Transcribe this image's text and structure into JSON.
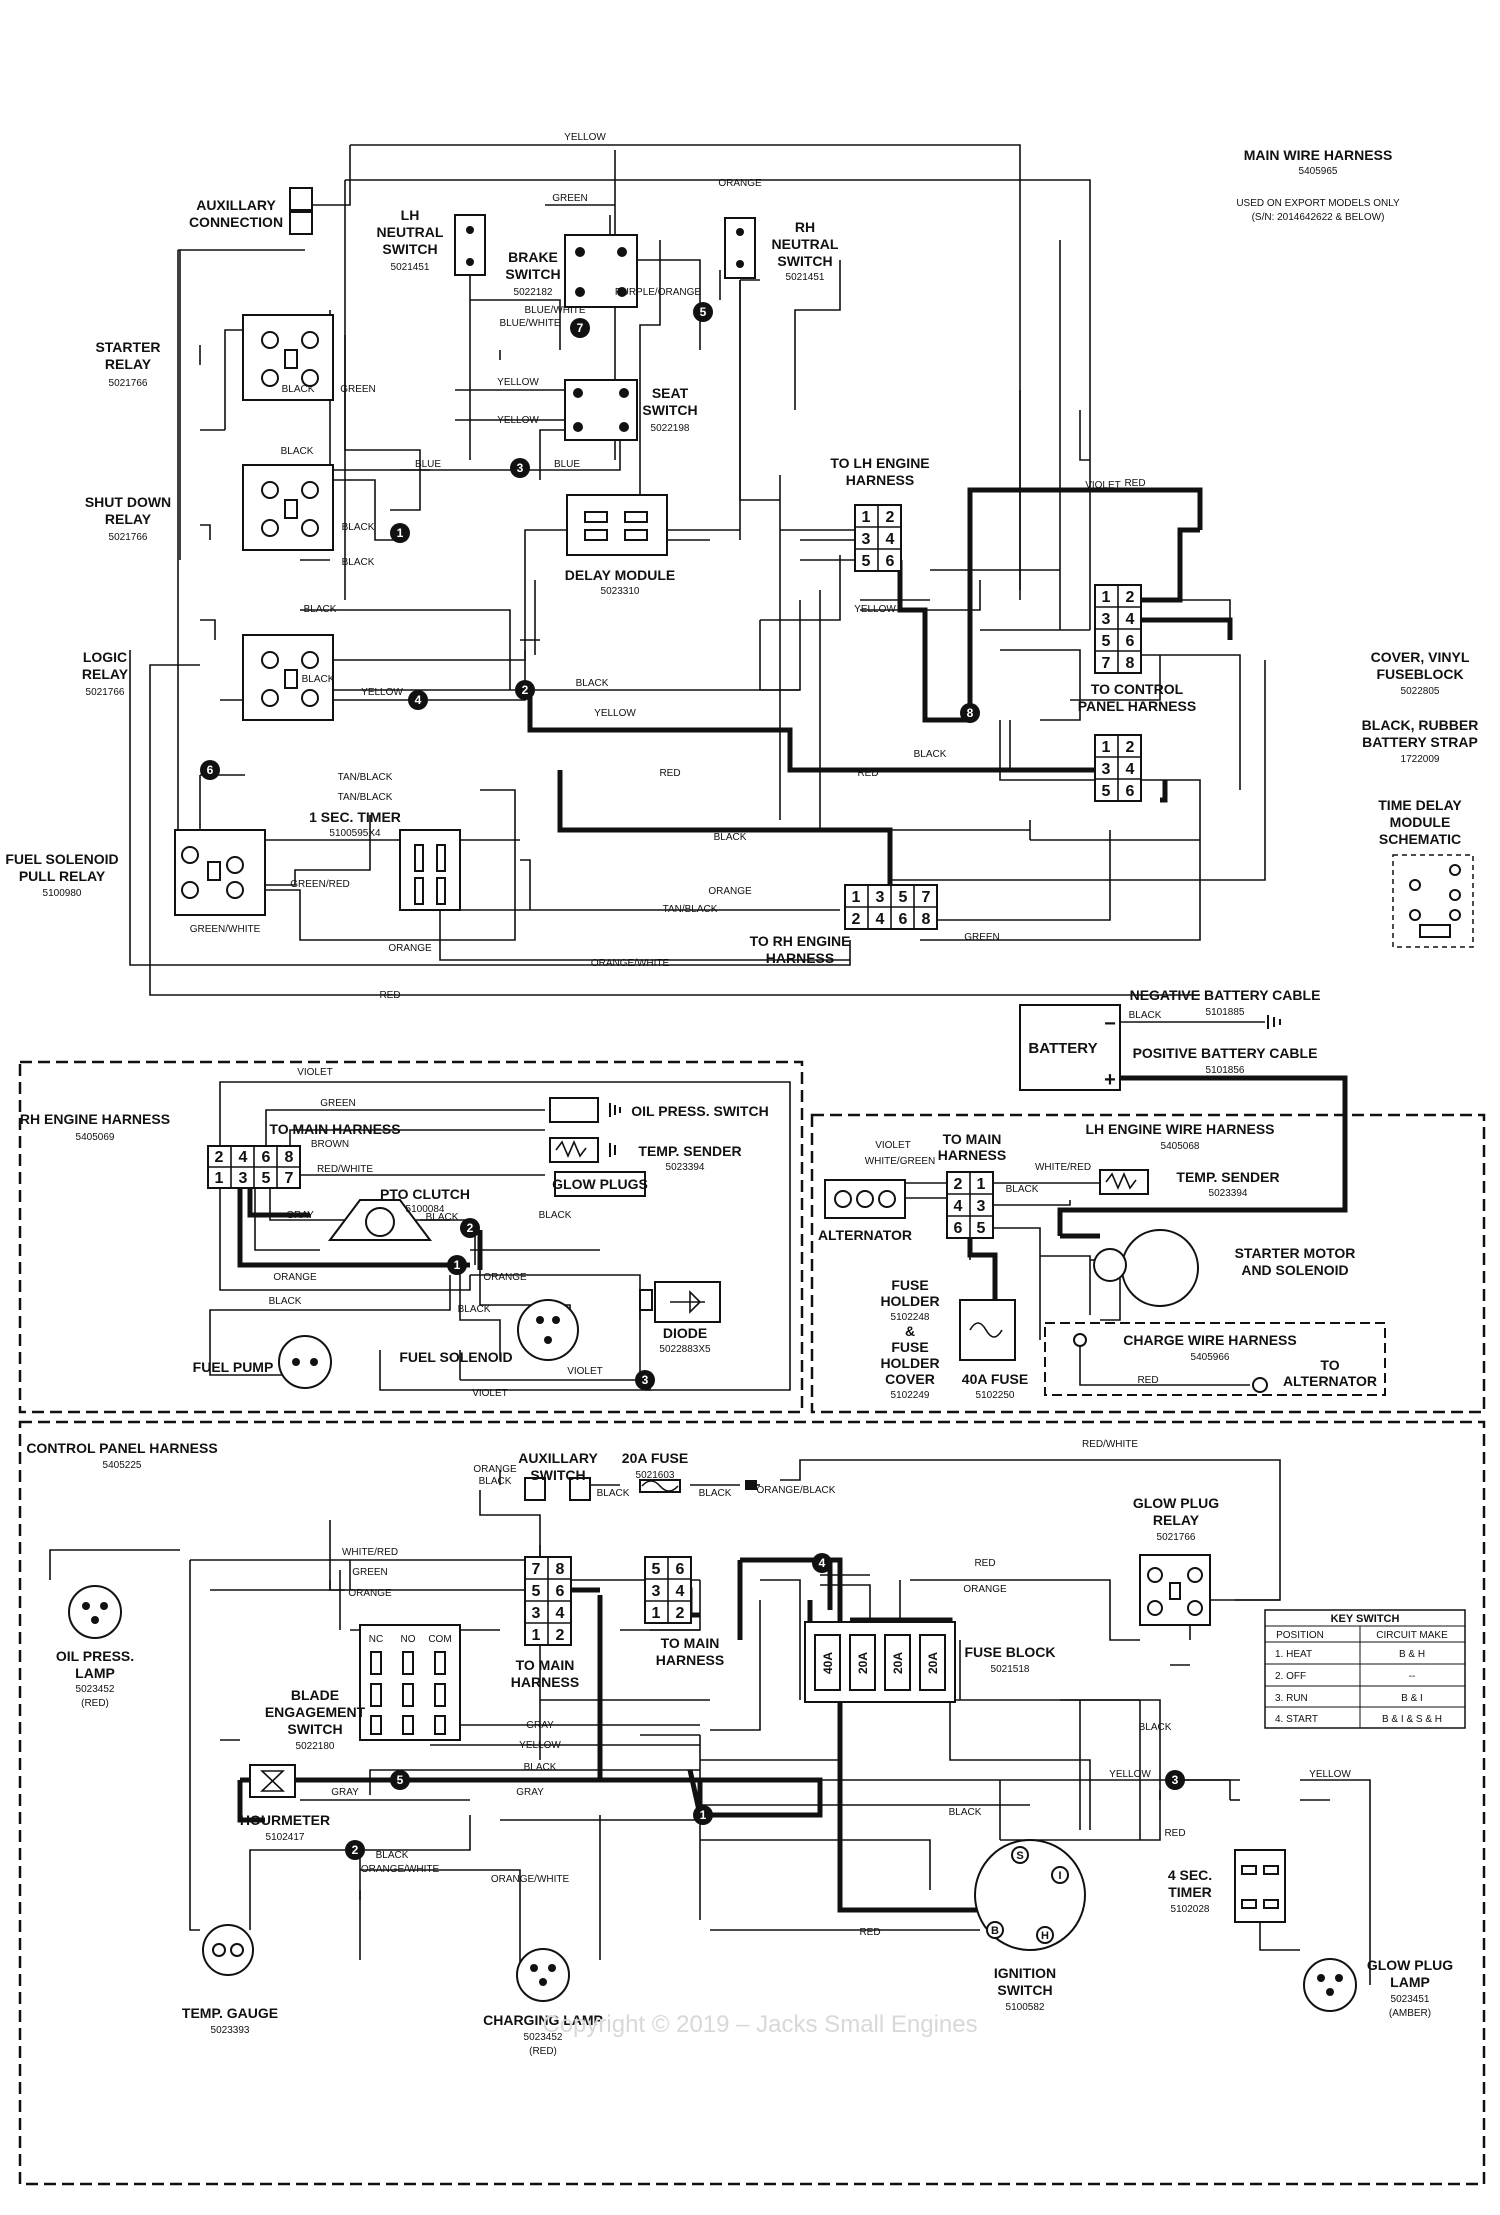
{
  "harnesses": {
    "main": {
      "title": "MAIN WIRE HARNESS",
      "part": "5405965",
      "note1": "USED ON EXPORT MODELS ONLY",
      "note2": "(S/N: 2014642622 & BELOW)"
    },
    "rh_engine": {
      "title": "RH ENGINE HARNESS",
      "part": "5405069"
    },
    "lh_engine": {
      "title": "LH ENGINE WIRE HARNESS",
      "part": "5405068"
    },
    "control_panel": {
      "title": "CONTROL PANEL HARNESS",
      "part": "5405225"
    },
    "charge": {
      "title": "CHARGE WIRE HARNESS",
      "part": "5405966"
    }
  },
  "components": {
    "aux_connection": {
      "line1": "AUXILLARY",
      "line2": "CONNECTION"
    },
    "lh_neutral": {
      "line1": "LH",
      "line2": "NEUTRAL",
      "line3": "SWITCH",
      "part": "5021451"
    },
    "brake_switch": {
      "line1": "BRAKE",
      "line2": "SWITCH",
      "part": "5022182"
    },
    "rh_neutral": {
      "line1": "RH",
      "line2": "NEUTRAL",
      "line3": "SWITCH",
      "part": "5021451"
    },
    "seat_switch": {
      "line1": "SEAT",
      "line2": "SWITCH",
      "part": "5022198"
    },
    "starter_relay": {
      "line1": "STARTER",
      "line2": "RELAY",
      "part": "5021766"
    },
    "shutdown_relay": {
      "line1": "SHUT DOWN",
      "line2": "RELAY",
      "part": "5021766"
    },
    "logic_relay": {
      "line1": "LOGIC",
      "line2": "RELAY",
      "part": "5021766"
    },
    "fuel_relay": {
      "line1": "FUEL SOLENOID",
      "line2": "PULL RELAY",
      "part": "5100980"
    },
    "timer_1sec": {
      "line1": "1 SEC. TIMER",
      "part": "5100595X4"
    },
    "delay_module": {
      "line1": "DELAY MODULE",
      "part": "5023310"
    },
    "to_lh_engine": {
      "line1": "TO LH ENGINE",
      "line2": "HARNESS"
    },
    "to_control_panel": {
      "line1": "TO CONTROL",
      "line2": "PANEL HARNESS"
    },
    "to_rh_engine": {
      "line1": "TO RH ENGINE",
      "line2": "HARNESS"
    },
    "fuseblock_cover": {
      "line1": "COVER, VINYL",
      "line2": "FUSEBLOCK",
      "part": "5022805"
    },
    "battery_strap": {
      "line1": "BLACK, RUBBER",
      "line2": "BATTERY STRAP",
      "part": "1722009"
    },
    "time_delay": {
      "line1": "TIME DELAY",
      "line2": "MODULE",
      "line3": "SCHEMATIC"
    },
    "battery": {
      "label": "BATTERY",
      "neg": "NEGATIVE BATTERY CABLE",
      "neg_part": "5101885",
      "pos": "POSITIVE BATTERY CABLE",
      "pos_part": "5101856"
    },
    "to_main_harness": {
      "line1": "TO MAIN HARNESS"
    },
    "oil_press_switch": {
      "label": "OIL PRESS. SWITCH"
    },
    "temp_sender_rh": {
      "label": "TEMP. SENDER",
      "part": "5023394"
    },
    "glow_plugs": {
      "label": "GLOW PLUGS"
    },
    "pto_clutch": {
      "label": "PTO CLUTCH",
      "part": "5100084"
    },
    "diode": {
      "label": "DIODE",
      "part": "5022883X5"
    },
    "fuel_pump": {
      "label": "FUEL PUMP"
    },
    "fuel_solenoid": {
      "label": "FUEL SOLENOID"
    },
    "alternator": {
      "label": "ALTERNATOR"
    },
    "temp_sender_lh": {
      "label": "TEMP. SENDER",
      "part": "5023394"
    },
    "starter_motor": {
      "line1": "STARTER MOTOR",
      "line2": "AND SOLENOID"
    },
    "fuse_holder": {
      "line1": "FUSE",
      "line2": "HOLDER",
      "part": "5102248",
      "amp": "&",
      "line3": "FUSE",
      "line4": "HOLDER",
      "line5": "COVER",
      "part2": "5102249"
    },
    "fuse_40a": {
      "label": "40A FUSE",
      "part": "5102250"
    },
    "to_alternator": {
      "line1": "TO",
      "line2": "ALTERNATOR"
    },
    "oil_press_lamp": {
      "line1": "OIL PRESS.",
      "line2": "LAMP",
      "part": "5023452",
      "color": "(RED)"
    },
    "aux_switch": {
      "line1": "AUXILLARY",
      "line2": "SWITCH"
    },
    "fuse_20a": {
      "label": "20A FUSE",
      "part": "5021603"
    },
    "glow_plug_relay": {
      "line1": "GLOW PLUG",
      "line2": "RELAY",
      "part": "5021766"
    },
    "blade_switch": {
      "line1": "BLADE",
      "line2": "ENGAGEMENT",
      "line3": "SWITCH",
      "part": "5022180"
    },
    "fuse_block": {
      "label": "FUSE BLOCK",
      "part": "5021518"
    },
    "hourmeter": {
      "label": "HOURMETER",
      "part": "5102417"
    },
    "timer_4sec": {
      "line1": "4 SEC.",
      "line2": "TIMER",
      "part": "5102028"
    },
    "temp_gauge": {
      "label": "TEMP. GAUGE",
      "part": "5023393"
    },
    "charging_lamp": {
      "label": "CHARGING LAMP",
      "part": "5023452",
      "color": "(RED)"
    },
    "ignition": {
      "line1": "IGNITION",
      "line2": "SWITCH",
      "part": "5100582"
    },
    "glow_plug_lamp": {
      "line1": "GLOW PLUG",
      "line2": "LAMP",
      "part": "5023451",
      "color": "(AMBER)"
    },
    "to_main_cp1": {
      "line1": "TO MAIN",
      "line2": "HARNESS"
    },
    "to_main_cp2": {
      "line1": "TO MAIN",
      "line2": "HARNESS"
    }
  },
  "key_switch": {
    "title": "KEY SWITCH",
    "headers": [
      "POSITION",
      "CIRCUIT MAKE"
    ],
    "rows": [
      [
        "1. HEAT",
        "B & H"
      ],
      [
        "2. OFF",
        "--"
      ],
      [
        "3. RUN",
        "B & I"
      ],
      [
        "4. START",
        "B & I & S & H"
      ]
    ]
  },
  "wire_colors": {
    "yellow": "YELLOW",
    "orange": "ORANGE",
    "green": "GREEN",
    "black": "BLACK",
    "blue": "BLUE",
    "red": "RED",
    "violet": "VIOLET",
    "gray": "GRAY",
    "brown": "BROWN",
    "tan_black": "TAN/BLACK",
    "orange_white": "ORANGE/WHITE",
    "orange_black": "ORANGE/BLACK",
    "blue_white": "BLUE/WHITE",
    "purple_orange": "PURPLE/ORANGE",
    "white_red": "WHITE/RED",
    "white_green": "WHITE/GREEN",
    "red_white": "RED/WHITE",
    "green_red": "GREEN/RED",
    "green_white": "GREEN/WHITE"
  },
  "fuse_labels": [
    "40A",
    "20A",
    "20A",
    "20A"
  ],
  "node_numbers": [
    "1",
    "2",
    "3",
    "4",
    "5",
    "6",
    "7",
    "8"
  ],
  "watermark": "Copyright © 2019 – Jacks Small Engines"
}
